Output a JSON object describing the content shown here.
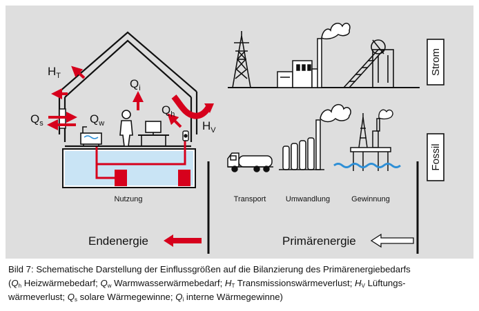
{
  "diagram": {
    "labels": {
      "HT": "H",
      "HT_sub": "T",
      "Qs": "Q",
      "Qs_sub": "s",
      "Qw": "Q",
      "Qw_sub": "w",
      "Qi": "Q",
      "Qi_sub": "i",
      "Qh": "Q",
      "Qh_sub": "h",
      "Hv": "H",
      "Hv_sub": "V",
      "nutzung": "Nutzung",
      "transport": "Transport",
      "umwandlung": "Umwandlung",
      "gewinnung": "Gewinnung",
      "strom": "Strom",
      "fossil": "Fossil",
      "endenergie": "Endenergie",
      "primaerenergie": "Primärenergie"
    },
    "colors": {
      "background": "#dedede",
      "arrow_red": "#d6001c",
      "line": "#111111",
      "water": "#2e8fd6",
      "tank": "#ffffff"
    }
  },
  "caption": {
    "line1": "Bild 7: Schematische Darstellung der Einflussgrößen auf die Bilanzierung des Primärenergiebedarfs",
    "open": "(",
    "qh": "Q",
    "qh_sub": "h",
    "qh_text": " Heizwärmebedarf; ",
    "qw": "Q",
    "qw_sub": "w",
    "qw_text": " Warmwasserwärmebedarf; ",
    "ht": "H",
    "ht_sub": "T",
    "ht_text": " Transmissionswärmeverlust; ",
    "hv": "H",
    "hv_sub": "V",
    "hv_text": " Lüftungs-",
    "line3a": "wärmeverlust; ",
    "qs": "Q",
    "qs_sub": "s",
    "qs_text": " solare Wärmegewinne; ",
    "qi": "Q",
    "qi_sub": "i",
    "qi_text": " interne Wärmegewinne)"
  }
}
